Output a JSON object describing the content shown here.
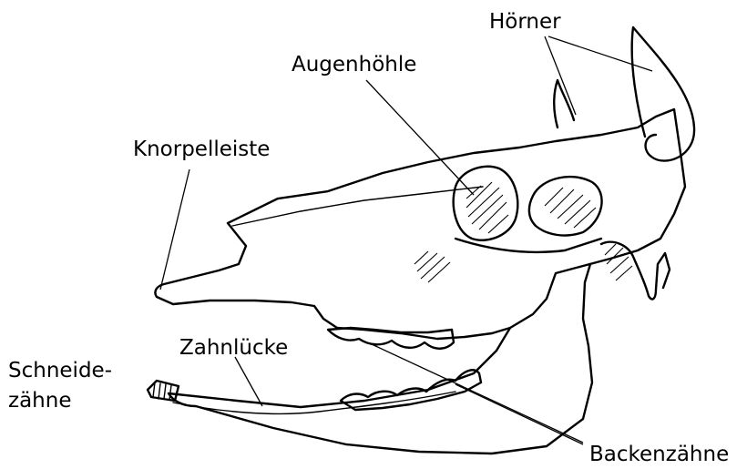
{
  "labels": {
    "hoerner": "Hörner",
    "augenhoehle": "Augenhöhle",
    "knorpelleiste": "Knorpelleiste",
    "schneidezaehne_1": "Schneide-",
    "schneidezaehne_2": "zähne",
    "zahnluecke": "Zahnlücke",
    "backenzaehne": "Backenzähne"
  }
}
